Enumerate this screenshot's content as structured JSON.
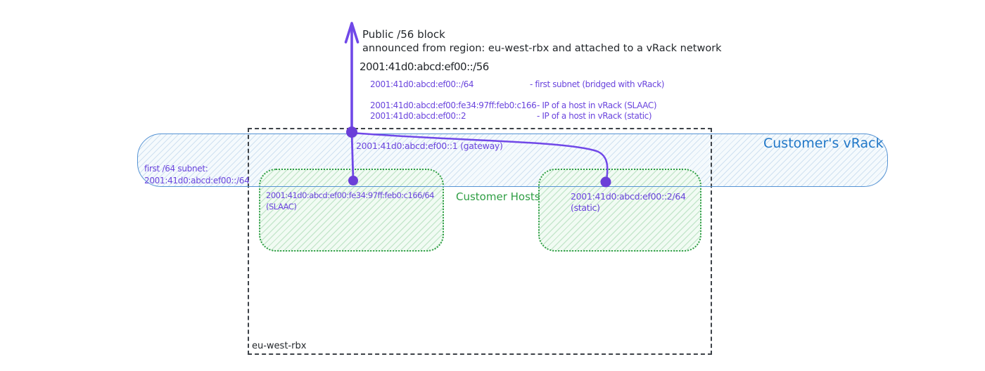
{
  "diagram": {
    "public_block": {
      "title": "Public /56 block",
      "subtitle": "announced from region: eu-west-rbx and attached to a vRack network",
      "cidr": "2001:41d0:abcd:ef00::/56",
      "entries": [
        {
          "address": "2001:41d0:abcd:ef00::/64",
          "note": "- first subnet (bridged with vRack)"
        },
        {
          "address": "2001:41d0:abcd:ef00:fe34:97ff:feb0:c166",
          "note": "- IP of a host in vRack (SLAAC)"
        },
        {
          "address": "2001:41d0:abcd:ef00::2",
          "note": "- IP of a host in vRack (static)"
        }
      ]
    },
    "gateway": {
      "label": "2001:41d0:abcd:ef00::1 (gateway)"
    },
    "vrack": {
      "label": "Customer's vRack",
      "first_subnet_label": "first /64 subnet:",
      "first_subnet_cidr": "2001:41d0:abcd:ef00::/64"
    },
    "region": {
      "label": "eu-west-rbx"
    },
    "hosts": {
      "group_label": "Customer Hosts",
      "items": [
        {
          "address": "2001:41d0:abcd:ef00:fe34:97ff:feb0:c166/64",
          "type": "(SLAAC)"
        },
        {
          "address": "2001:41d0:abcd:ef00::2/64",
          "type": "(static)"
        }
      ]
    },
    "colors": {
      "purple": "#7048e8",
      "blue_border": "#5693d4",
      "blue_text": "#2178c8",
      "green": "#2f9e44",
      "dark": "#23272b"
    }
  }
}
